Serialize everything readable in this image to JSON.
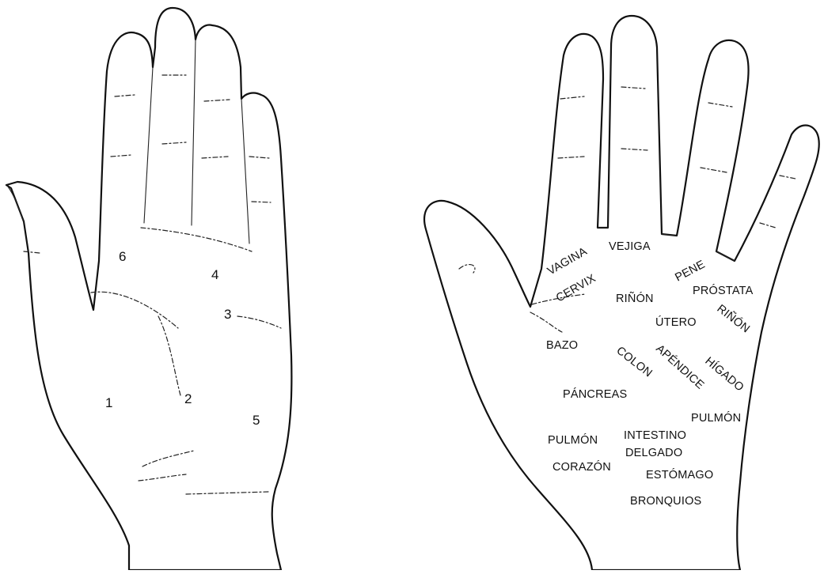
{
  "left_hand": {
    "zones": [
      "6",
      "4",
      "3",
      "1",
      "2",
      "5"
    ]
  },
  "right_hand": {
    "labels": {
      "vagina": "VAGINA",
      "cervix": "CERVIX",
      "vejiga": "VEJIGA",
      "pene": "PENE",
      "prostata": "PRÓSTATA",
      "rinon_center": "RIÑÓN",
      "utero": "ÚTERO",
      "rinon_right": "RIÑÓN",
      "bazo": "BAZO",
      "colon": "COLON",
      "apendice": "APÉNDICE",
      "higado": "HÍGADO",
      "pancreas": "PÁNCREAS",
      "pulmon_right": "PULMÓN",
      "intestino": "INTESTINO",
      "delgado": "DELGADO",
      "pulmon_left": "PULMÓN",
      "corazon": "CORAZÓN",
      "estomago": "ESTÓMAGO",
      "bronquios": "BRONQUIOS"
    }
  }
}
